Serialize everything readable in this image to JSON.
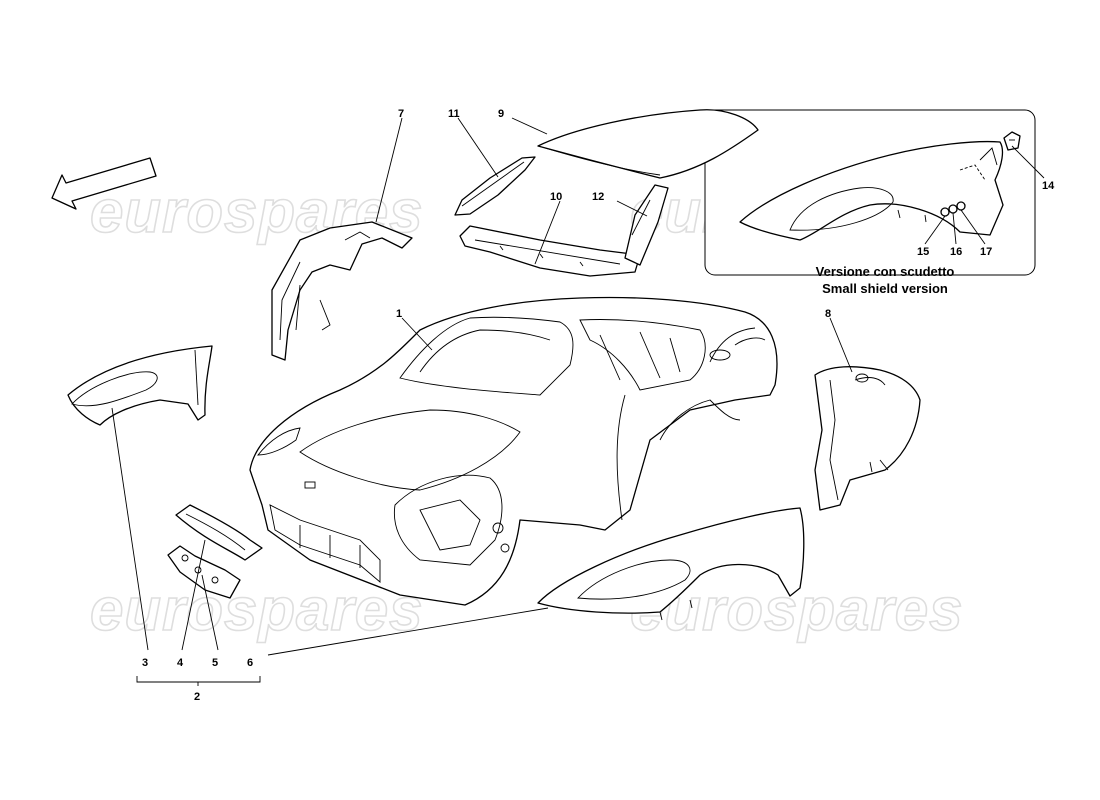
{
  "watermark": "eurospares",
  "inset": {
    "caption_line1": "Versione con scudetto",
    "caption_line2": "Small shield version"
  },
  "callouts": {
    "c1": "1",
    "c2": "2",
    "c3": "3",
    "c4": "4",
    "c5": "5",
    "c6": "6",
    "c7": "7",
    "c8": "8",
    "c9": "9",
    "c10": "10",
    "c11": "11",
    "c12": "12",
    "c14": "14",
    "c15": "15",
    "c16": "16",
    "c17": "17"
  },
  "icons": {
    "direction": "front-direction-arrow-icon"
  }
}
